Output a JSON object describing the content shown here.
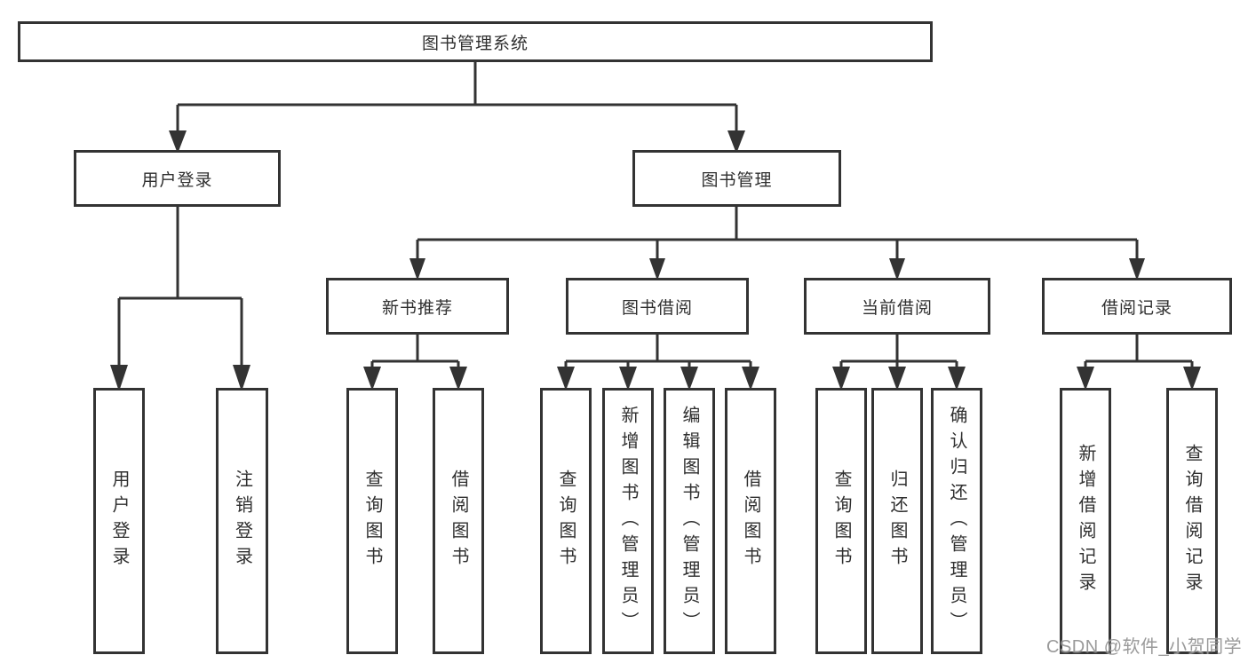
{
  "diagram": {
    "title": "图书管理系统",
    "tree": {
      "root": {
        "label": "图书管理系统",
        "children": [
          {
            "label": "用户登录",
            "children": [
              {
                "label": "用户登录"
              },
              {
                "label": "注销登录"
              }
            ]
          },
          {
            "label": "图书管理",
            "children": [
              {
                "label": "新书推荐",
                "children": [
                  {
                    "label": "查询图书"
                  },
                  {
                    "label": "借阅图书"
                  }
                ]
              },
              {
                "label": "图书借阅",
                "children": [
                  {
                    "label": "查询图书"
                  },
                  {
                    "label": "新增图书（管理员）"
                  },
                  {
                    "label": "编辑图书（管理员）"
                  },
                  {
                    "label": "借阅图书"
                  }
                ]
              },
              {
                "label": "当前借阅",
                "children": [
                  {
                    "label": "查询图书"
                  },
                  {
                    "label": "归还图书"
                  },
                  {
                    "label": "确认归还（管理员）"
                  }
                ]
              },
              {
                "label": "借阅记录",
                "children": [
                  {
                    "label": "新增借阅记录"
                  },
                  {
                    "label": "查询借阅记录"
                  }
                ]
              }
            ]
          }
        ]
      }
    },
    "colors": {
      "line": "#333333",
      "text": "#2f2f2f",
      "box_background": "#ffffff",
      "watermark": "#919191"
    }
  },
  "watermark": {
    "text": "CSDN @软件_小贺同学"
  }
}
